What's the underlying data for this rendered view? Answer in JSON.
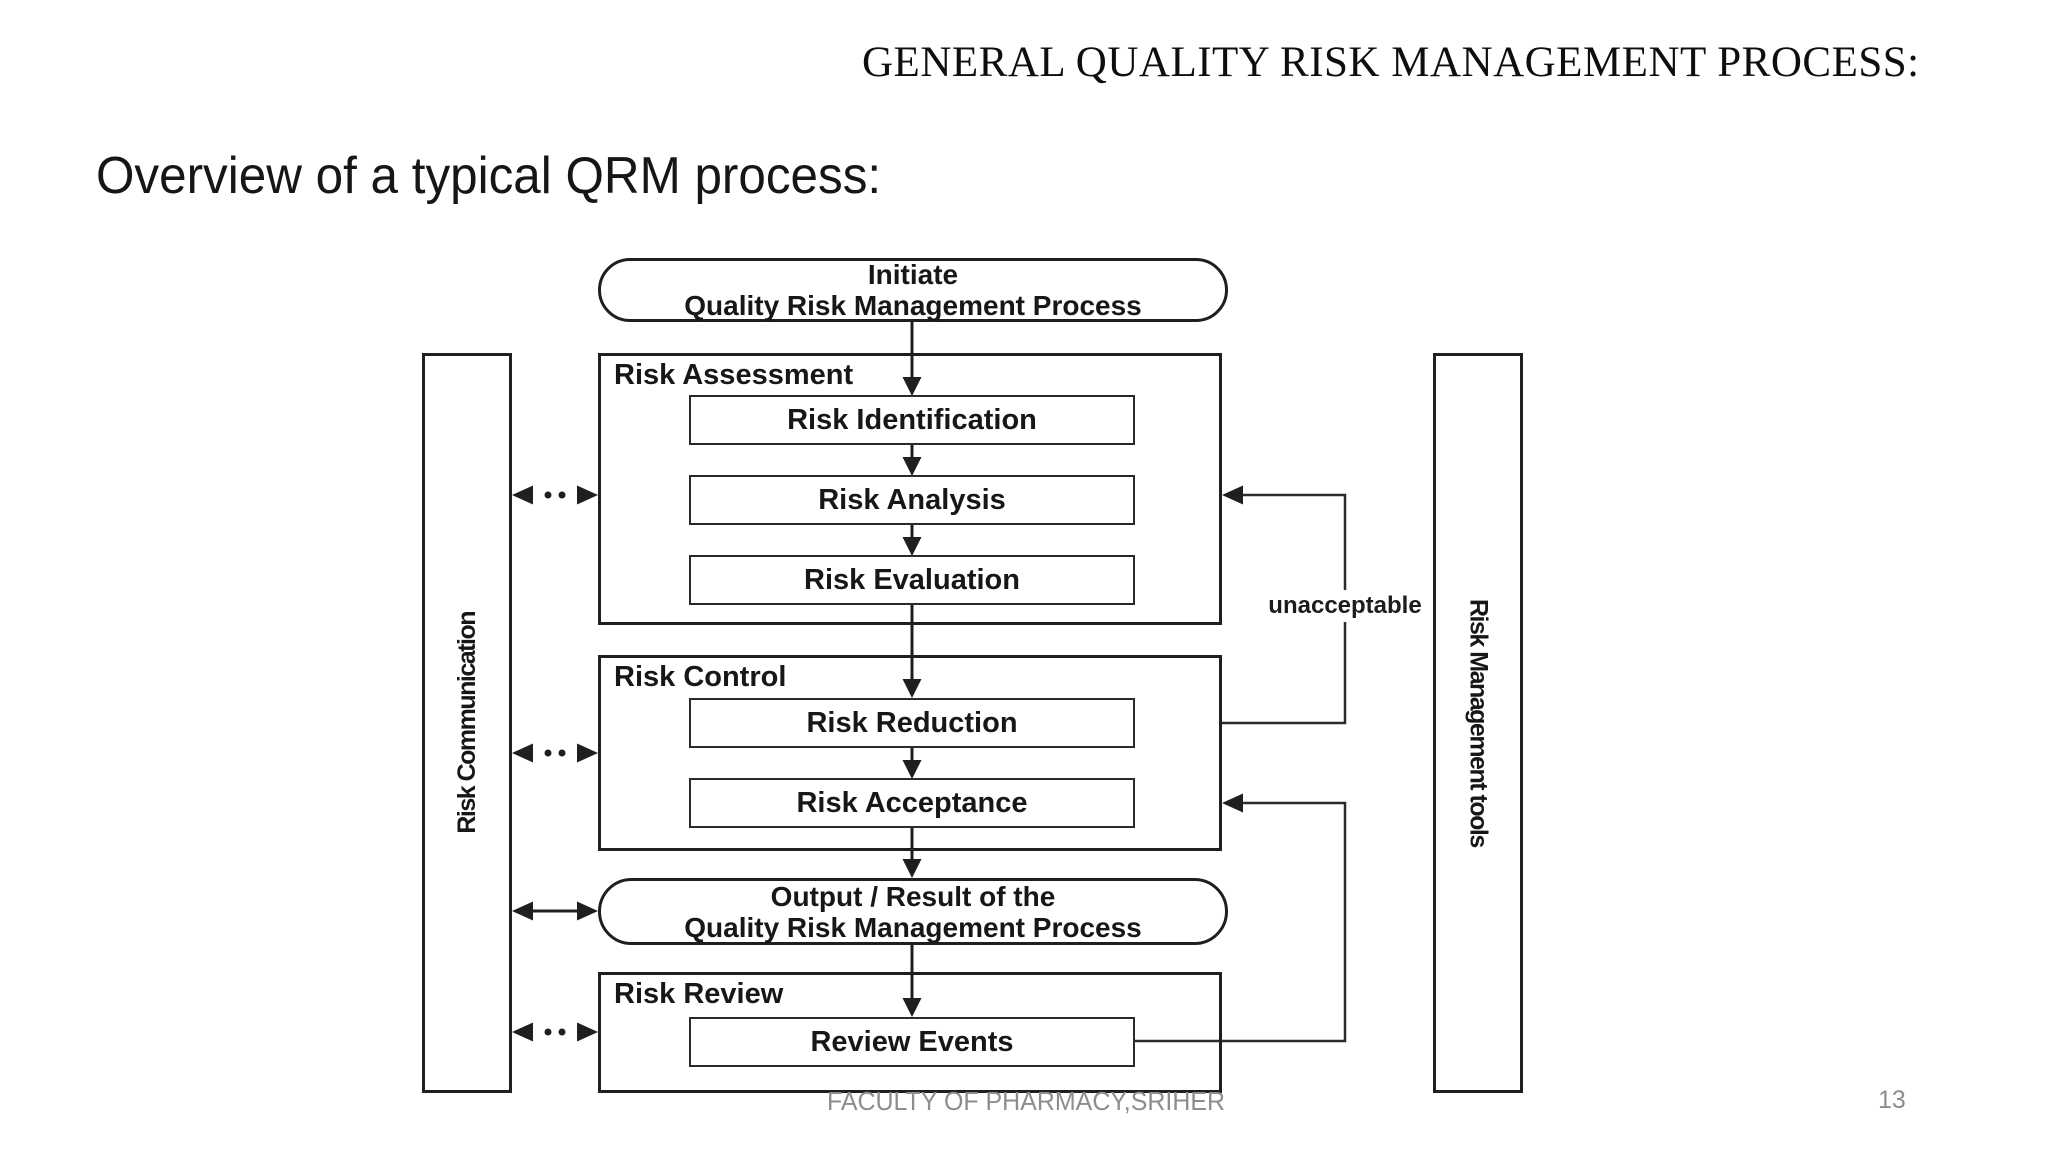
{
  "header": {
    "title": "GENERAL QUALITY RISK MANAGEMENT PROCESS:"
  },
  "subtitle": "Overview of a typical QRM process:",
  "diagram": {
    "initiate": {
      "line1": "Initiate",
      "line2": "Quality Risk Management Process"
    },
    "risk_assessment": {
      "label": "Risk Assessment",
      "steps": [
        "Risk Identification",
        "Risk Analysis",
        "Risk Evaluation"
      ]
    },
    "risk_control": {
      "label": "Risk Control",
      "steps": [
        "Risk Reduction",
        "Risk Acceptance"
      ]
    },
    "output": {
      "line1": "Output / Result of the",
      "line2": "Quality Risk Management Process"
    },
    "risk_review": {
      "label": "Risk Review",
      "steps": [
        "Review Events"
      ]
    },
    "left_bar": "Risk Communication",
    "right_bar": "Risk Management tools",
    "unacceptable_label": "unacceptable"
  },
  "footer": {
    "text": "FACULTY OF PHARMACY,SRIHER",
    "page_number": "13"
  },
  "colors": {
    "line": "#1f1f1f",
    "footer_text": "#8d8d8d",
    "background": "#ffffff"
  }
}
